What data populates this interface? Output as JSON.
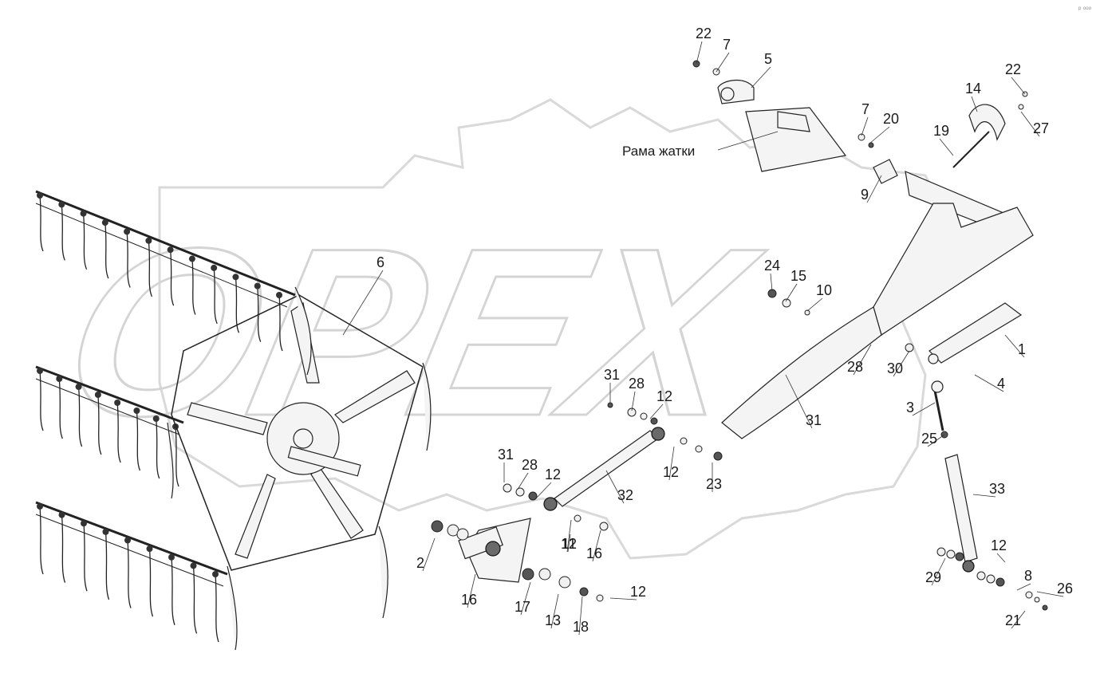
{
  "frame_label": "Рама жатки",
  "watermark_text": "OPEX",
  "corner_mark": "ᵖ ᵒᵒᵒ",
  "callouts": [
    "22",
    "7",
    "5",
    "7",
    "20",
    "9",
    "14",
    "22",
    "27",
    "19",
    "6",
    "24",
    "15",
    "10",
    "1",
    "31",
    "28",
    "30",
    "4",
    "3",
    "31",
    "28",
    "12",
    "25",
    "12",
    "23",
    "31",
    "28",
    "12",
    "32",
    "33",
    "12",
    "29",
    "16",
    "12",
    "2",
    "16",
    "17",
    "13",
    "18",
    "12",
    "11",
    "8",
    "26",
    "21"
  ]
}
